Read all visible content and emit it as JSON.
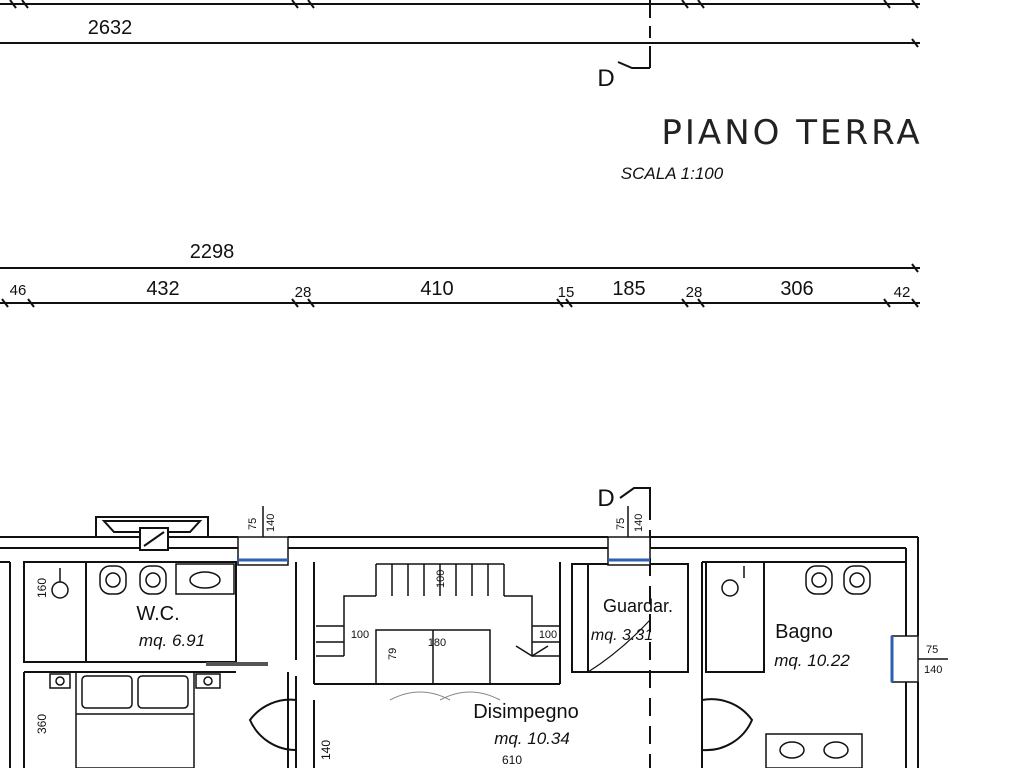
{
  "top_dimension": {
    "total": "2632"
  },
  "section_marker": {
    "letter": "D"
  },
  "heading": {
    "title": "PIANO TERRA",
    "scale": "SCALA 1:100"
  },
  "dimension_chain": {
    "total": "2298",
    "segments": [
      "46",
      "432",
      "28",
      "410",
      "15",
      "185",
      "28",
      "306",
      "42"
    ]
  },
  "rooms": {
    "wc": {
      "name": "W.C.",
      "area": "mq. 6.91"
    },
    "guardaroba": {
      "name": "Guardar.",
      "area": "mq. 3.31"
    },
    "bagno": {
      "name": "Bagno",
      "area": "mq. 10.22"
    },
    "disimpegno": {
      "name": "Disimpegno",
      "area": "mq. 10.34"
    }
  },
  "window_labels": {
    "w1": {
      "top": "75",
      "bottom": "140"
    },
    "w2": {
      "top": "75",
      "bottom": "140"
    },
    "w3": {
      "top": "75",
      "bottom": "140"
    }
  },
  "small_labels": {
    "wc_shower": "160",
    "bed_dim": "360",
    "stair_top": "100",
    "stair_left": "100",
    "stair_mid": "180",
    "stair_right": "100",
    "stair_step": "79",
    "door_left": "140",
    "corridor_width": "610"
  },
  "colors": {
    "line": "#111111",
    "window_accent": "#2f5fb0",
    "section_line": "#111111"
  }
}
